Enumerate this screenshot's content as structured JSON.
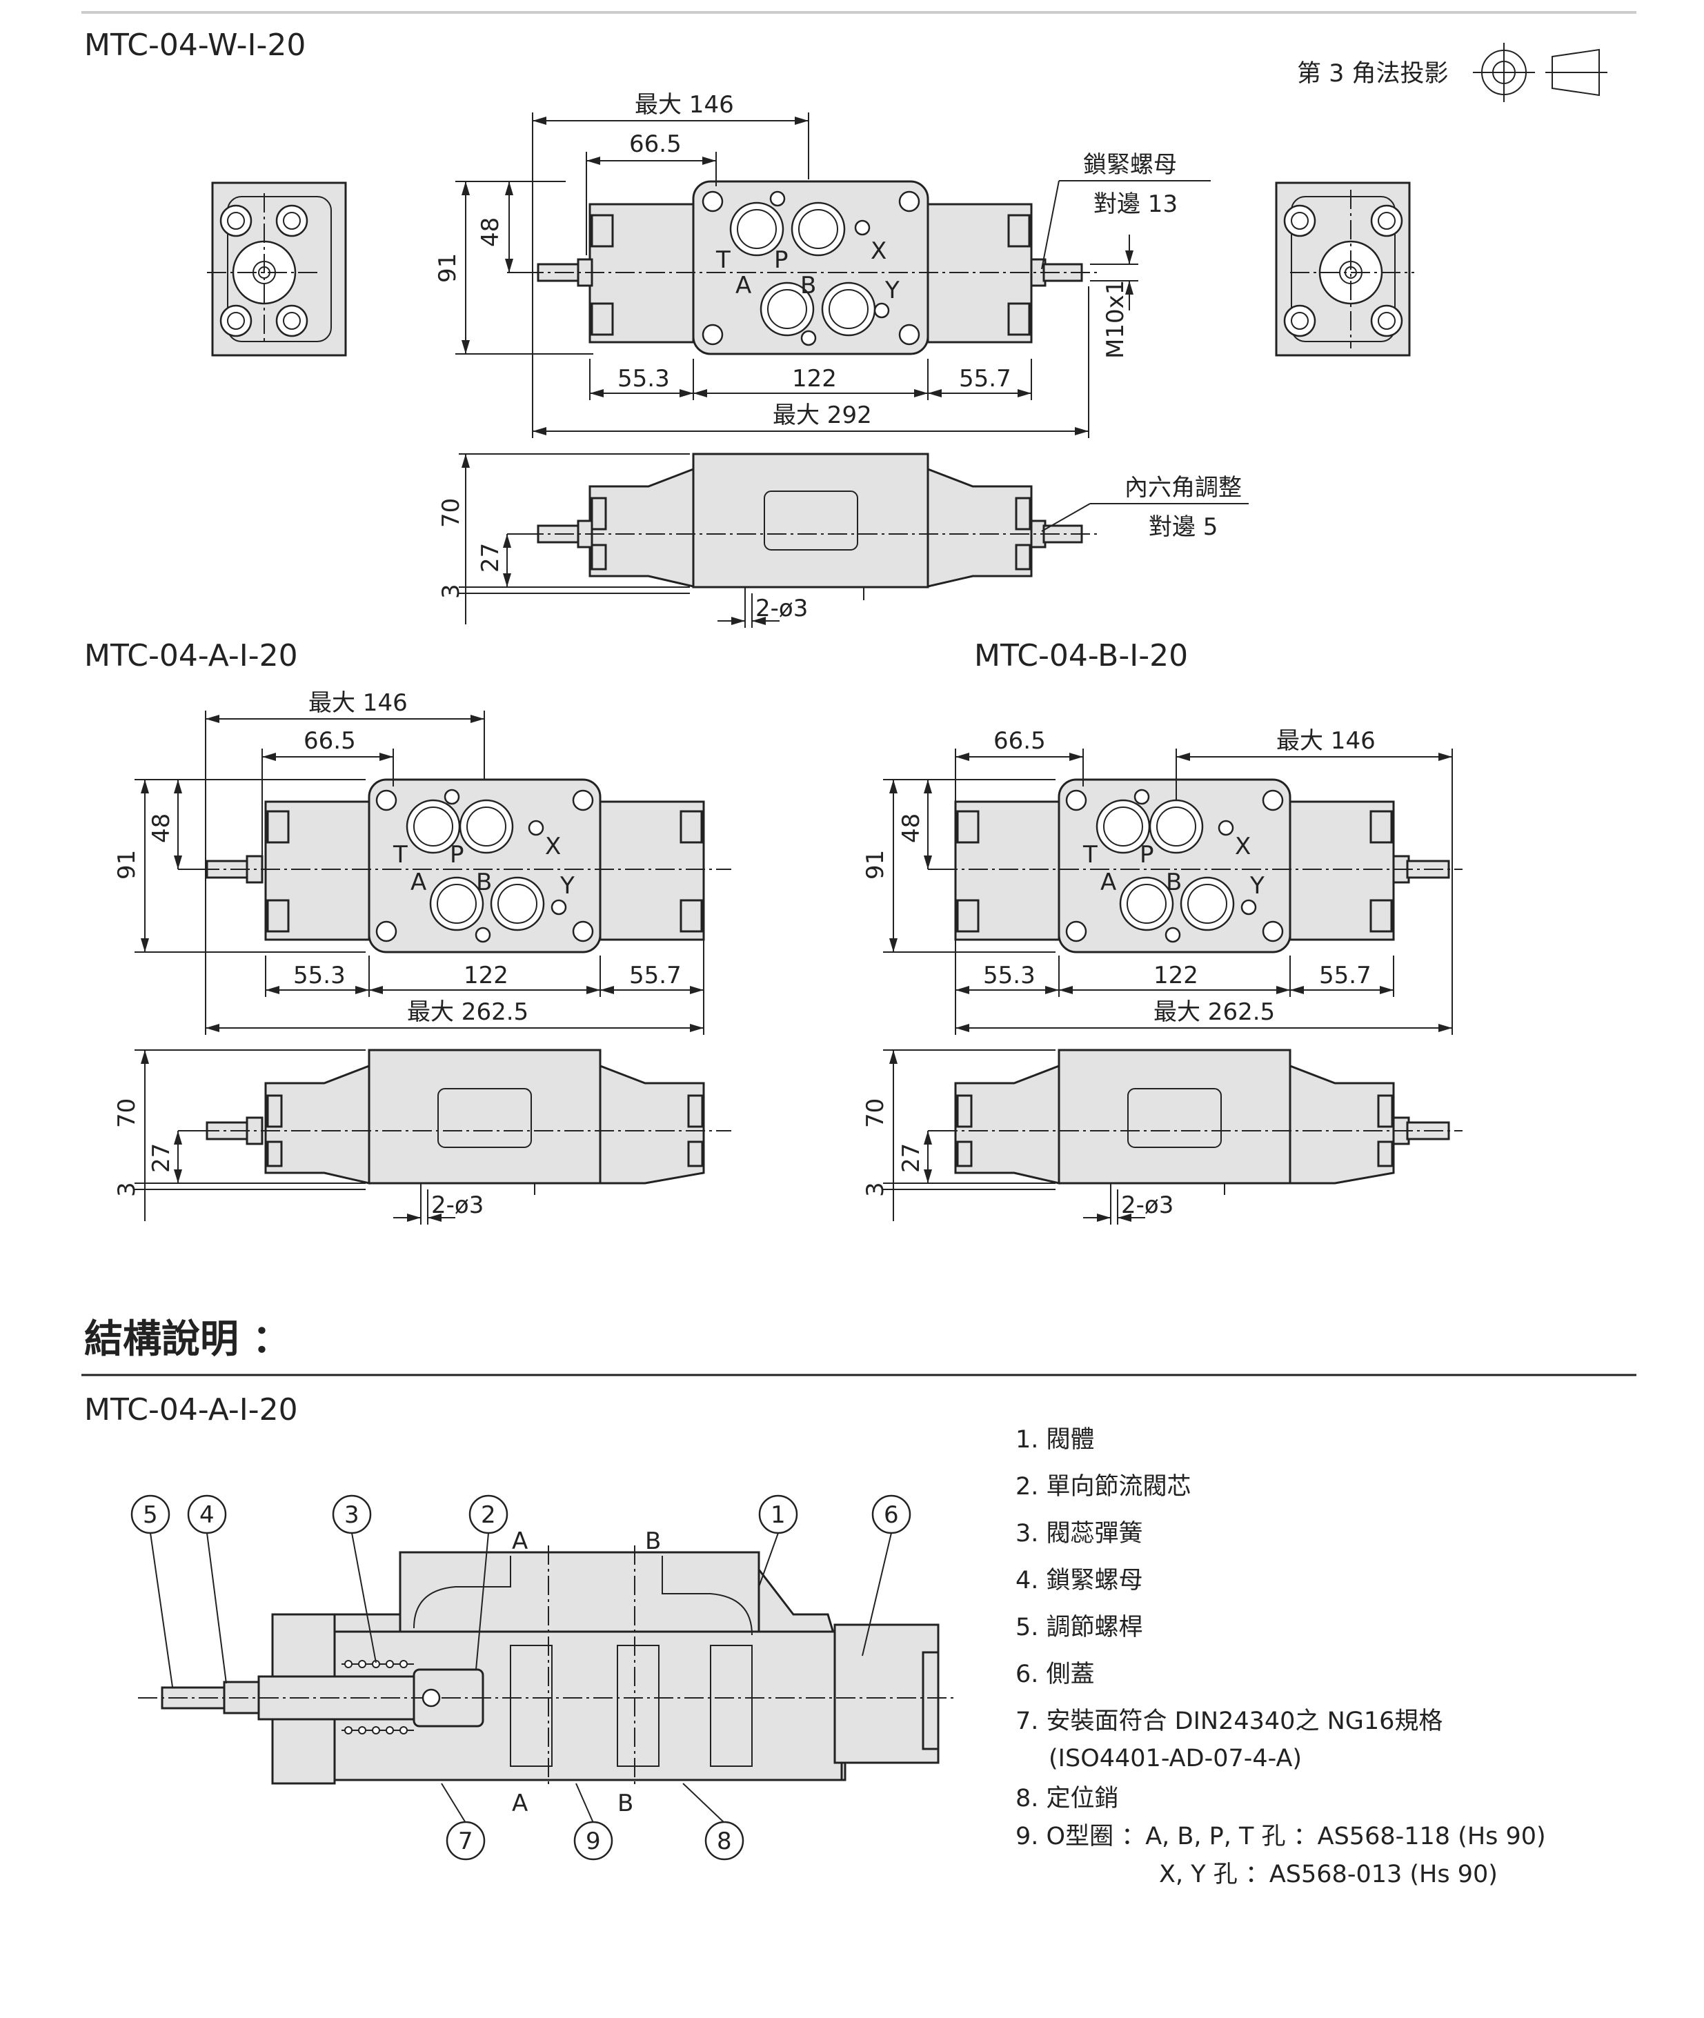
{
  "top_view": {
    "model": "MTC-04-W-I-20",
    "projection_label": "第 3 角法投影",
    "dims": {
      "max146": "最大 146",
      "d665": "66.5",
      "d48": "48",
      "d91": "91",
      "d553": "55.3",
      "d122": "122",
      "d557": "55.7",
      "max292": "最大 292",
      "m10": "M10x1",
      "d70": "70",
      "d27": "27",
      "d3": "3",
      "pin": "2-ø3"
    },
    "callouts": {
      "locknut": "鎖緊螺母",
      "across13": "對邊 13",
      "hex": "內六角調整",
      "across5": "對邊 5"
    },
    "ports": {
      "T": "T",
      "P": "P",
      "X": "X",
      "A": "A",
      "B": "B",
      "Y": "Y"
    }
  },
  "view_a": {
    "model": "MTC-04-A-I-20",
    "dims": {
      "max146": "最大 146",
      "d665": "66.5",
      "d48": "48",
      "d91": "91",
      "d553": "55.3",
      "d122": "122",
      "d557": "55.7",
      "max2625": "最大 262.5",
      "d70": "70",
      "d27": "27",
      "d3": "3",
      "pin": "2-ø3"
    }
  },
  "view_b": {
    "model": "MTC-04-B-I-20",
    "dims": {
      "max146": "最大 146",
      "d665": "66.5",
      "d48": "48",
      "d91": "91",
      "d553": "55.3",
      "d122": "122",
      "d557": "55.7",
      "max2625": "最大 262.5",
      "d70": "70",
      "d27": "27",
      "d3": "3",
      "pin": "2-ø3"
    }
  },
  "structure": {
    "heading": "結構說明 ：",
    "model": "MTC-04-A-I-20",
    "balloons": [
      "1",
      "2",
      "3",
      "4",
      "5",
      "6",
      "7",
      "8",
      "9"
    ],
    "port_labels": {
      "A": "A",
      "B": "B"
    },
    "legend": [
      "1.  閥體",
      "2.  單向節流閥芯",
      "3.  閥蕊彈簧",
      "4.  鎖緊螺母",
      "5.  調節螺桿",
      "6.  側蓋",
      "7.  安裝面符合 DIN24340之 NG16規格",
      "(ISO4401-AD-07-4-A)",
      "8.  定位銷",
      "9.  O型圈 ：A, B, P, T 孔 ：AS568-118 (Hs 90)",
      "X, Y 孔 ：AS568-013 (Hs 90)"
    ]
  }
}
